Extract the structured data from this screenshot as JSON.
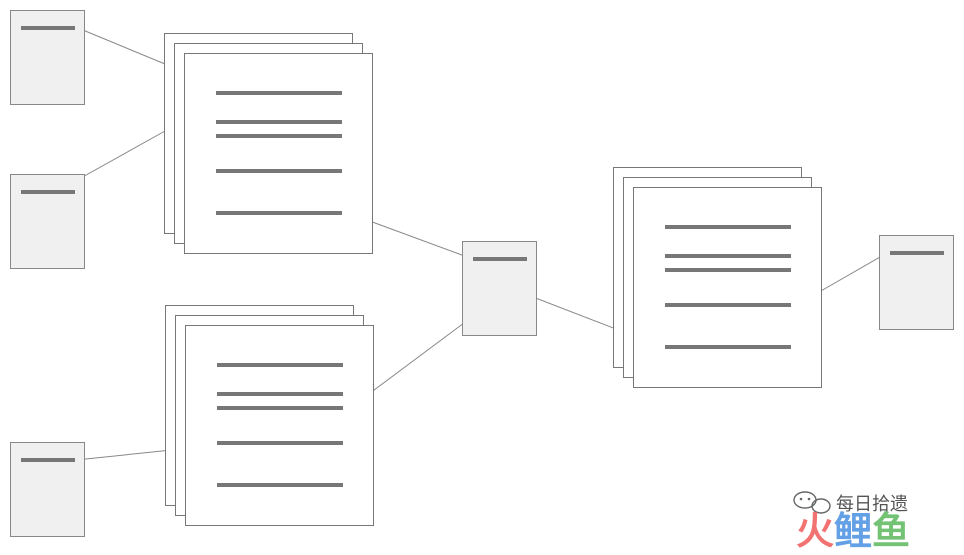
{
  "diagram": {
    "colors": {
      "doc_fill": "#f0f0f0",
      "doc_stroke": "#888888",
      "stack_fill": "#ffffff",
      "stack_stroke": "#777777",
      "bar": "#777777",
      "connector": "#888888"
    }
  },
  "watermark": {
    "caption": "每日拾遗",
    "brand_chars": [
      "火",
      "鲤",
      "鱼"
    ],
    "brand_colors": [
      "#f05a5a",
      "#4a90e2",
      "#5cb85c"
    ],
    "icon": "wechat-icon"
  }
}
